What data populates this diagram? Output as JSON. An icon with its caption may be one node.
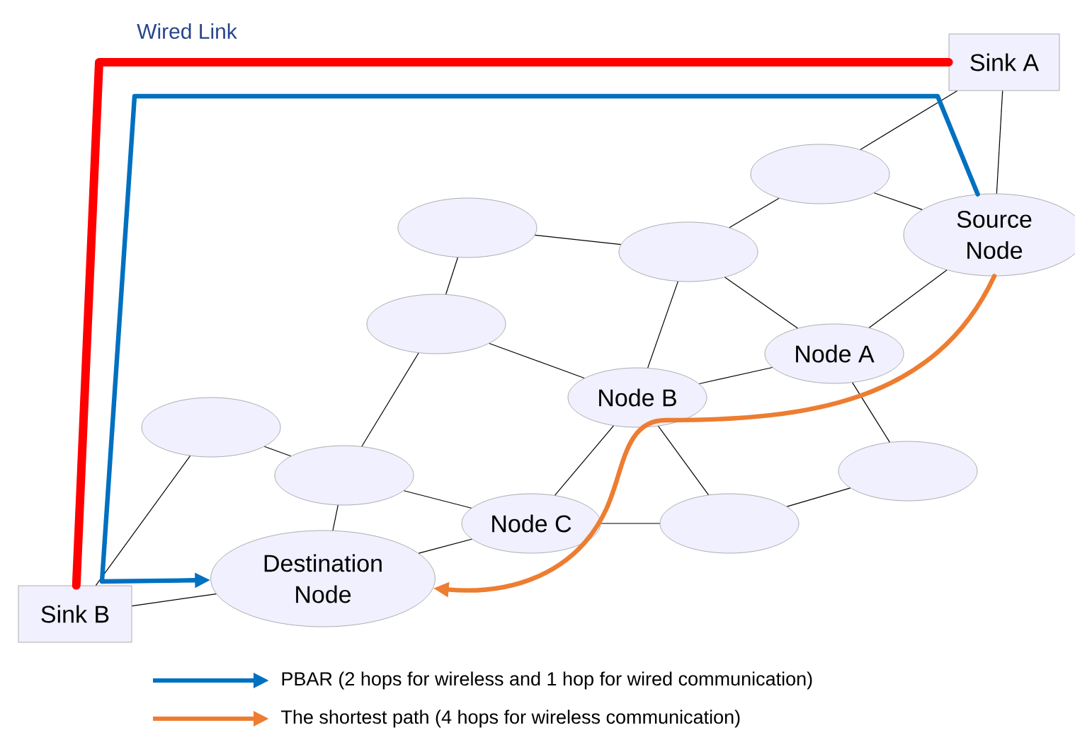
{
  "diagram": {
    "nodes": [
      {
        "text": [
          "Sink A"
        ]
      },
      {
        "text": [],
        "shape": "ellipse"
      },
      {
        "text": [
          "Source Node"
        ]
      },
      {
        "text": [],
        "shape": "ellipse"
      },
      {
        "text": [],
        "shape": "ellipse"
      },
      {
        "text": [],
        "shape": "ellipse"
      },
      {
        "text": [
          "Node A"
        ]
      },
      {
        "text": [
          "Node B"
        ]
      },
      {
        "text": [],
        "shape": "ellipse"
      },
      {
        "text": [],
        "shape": "ellipse"
      },
      {
        "text": [],
        "shape": "ellipse"
      },
      {
        "text": [
          "Node C"
        ]
      },
      {
        "text": [],
        "shape": "ellipse"
      },
      {
        "text": [
          "Sink B"
        ]
      },
      {
        "text": [
          "Destination Node"
        ]
      }
    ],
    "edges": [
      {
        "from": 0,
        "to": 1,
        "arrow": "none"
      },
      {
        "from": 0,
        "to": 2,
        "arrow": "none"
      },
      {
        "from": 1,
        "to": 2,
        "arrow": "none"
      },
      {
        "from": 4,
        "to": 1,
        "arrow": "none"
      },
      {
        "from": 4,
        "to": 6,
        "arrow": "none"
      },
      {
        "from": 6,
        "to": 2,
        "arrow": "none"
      },
      {
        "from": 3,
        "to": 4,
        "arrow": "none"
      },
      {
        "from": 3,
        "to": 5,
        "arrow": "none"
      },
      {
        "from": 5,
        "to": 7,
        "arrow": "none"
      },
      {
        "from": 4,
        "to": 7,
        "arrow": "none"
      },
      {
        "from": 7,
        "to": 6,
        "arrow": "none"
      },
      {
        "from": 6,
        "to": 10,
        "arrow": "none"
      },
      {
        "from": 7,
        "to": 11,
        "arrow": "none"
      },
      {
        "from": 7,
        "to": 12,
        "arrow": "none"
      },
      {
        "from": 11,
        "to": 12,
        "arrow": "none"
      },
      {
        "from": 12,
        "to": 10,
        "arrow": "none"
      },
      {
        "from": 5,
        "to": 9,
        "arrow": "none"
      },
      {
        "from": 8,
        "to": 9,
        "arrow": "none"
      },
      {
        "from": 8,
        "to": 13,
        "arrow": "none"
      },
      {
        "from": 9,
        "to": 14,
        "arrow": "none"
      },
      {
        "from": 9,
        "to": 11,
        "arrow": "none"
      },
      {
        "from": 11,
        "to": 14,
        "arrow": "none"
      },
      {
        "from": 13,
        "to": 14,
        "arrow": "none"
      },
      {
        "from": 0,
        "to": 13,
        "arrow": "none",
        "label": "Wired Link",
        "style": "thick",
        "color": "#ff0000"
      },
      {
        "from": 2,
        "to": 14,
        "arrow": "to",
        "style": "thick",
        "color": "#0070c0"
      },
      {
        "from": 2,
        "to": 14,
        "arrow": "to",
        "style": "thick",
        "color": "#ed7d31"
      }
    ],
    "legend": [
      {
        "text": "PBAR (2 hops for wireless and 1 hop for wired communication)",
        "color": "#0070c0"
      },
      {
        "text": "The shortest path (4 hops for wireless communication)",
        "color": "#ed7d31"
      }
    ]
  }
}
